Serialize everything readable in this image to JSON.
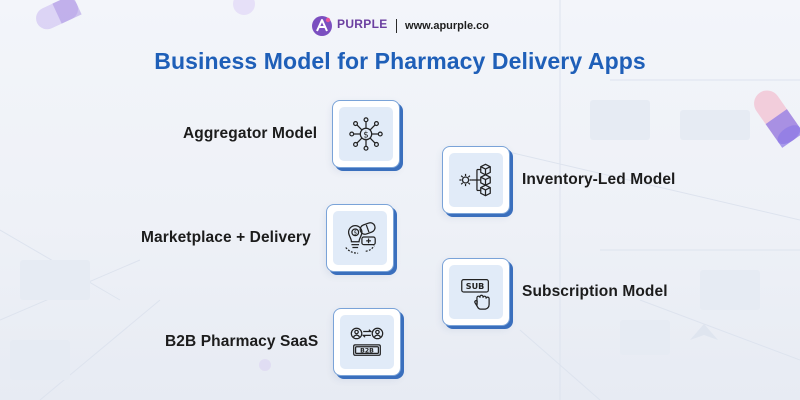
{
  "brand": {
    "name": "PURPLE",
    "url": "www.apurple.co",
    "logo_icon": "apurple-logo",
    "accent_color": "#6b3fa0"
  },
  "title": "Business Model for Pharmacy Delivery Apps",
  "title_color": "#1f5fb8",
  "models": [
    {
      "label": "Aggregator Model",
      "icon": "network-dollar-icon"
    },
    {
      "label": "Inventory-Led Model",
      "icon": "gear-boxes-icon"
    },
    {
      "label": "Marketplace + Delivery",
      "icon": "pill-marketplace-icon"
    },
    {
      "label": "Subscription Model",
      "icon": "subscription-click-icon"
    },
    {
      "label": "B2B Pharmacy SaaS",
      "icon": "b2b-exchange-icon"
    }
  ],
  "b2b_text": "B2B",
  "sub_text": "SUB"
}
